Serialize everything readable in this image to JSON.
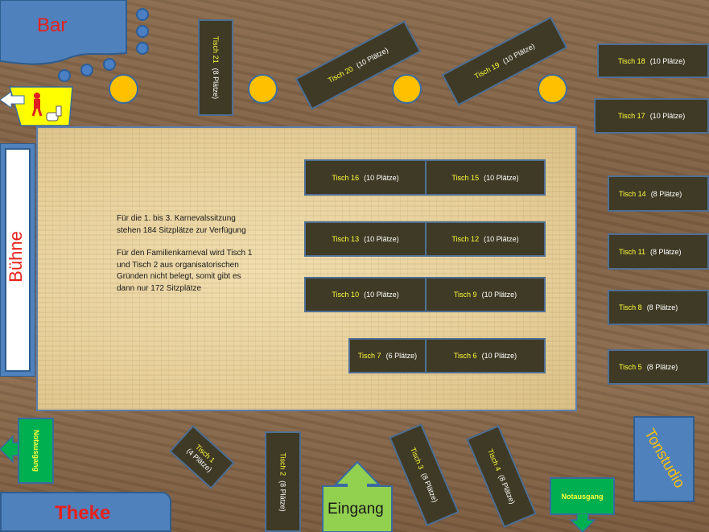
{
  "labels": {
    "bar": "Bar",
    "buehne": "Bühne",
    "theke": "Theke",
    "eingang": "Eingang",
    "tonstudio": "Tonstudio",
    "notausgang_left": "Notausgang",
    "notausgang_right": "Notausgang"
  },
  "info": {
    "p1": "Für die 1. bis 3. Karnevalssitzung stehen  184 Sitzplätze  zur  Verfügung",
    "p2": "Für den Familienkarneval wird Tisch 1 und Tisch 2 aus organisatorischen Gründen nicht belegt, somit gibt es dann nur 172 Sitzplätze"
  },
  "tables": {
    "t1": {
      "name": "Tisch 1",
      "cap": "(4 Plätze)"
    },
    "t2": {
      "name": "Tisch 2",
      "cap": "(8 Plätze)"
    },
    "t3": {
      "name": "Tisch 3",
      "cap": "(8 Plätze)"
    },
    "t4": {
      "name": "Tisch 4",
      "cap": "(8 Plätze)"
    },
    "t5": {
      "name": "Tisch 5",
      "cap": "(8 Plätze)"
    },
    "t6": {
      "name": "Tisch 6",
      "cap": "(10 Plätze)"
    },
    "t7": {
      "name": "Tisch 7",
      "cap": "(6 Plätze)"
    },
    "t8": {
      "name": "Tisch 8",
      "cap": "(8 Plätze)"
    },
    "t9": {
      "name": "Tisch 9",
      "cap": "(10 Plätze)"
    },
    "t10": {
      "name": "Tisch 10",
      "cap": "(10 Plätze)"
    },
    "t11": {
      "name": "Tisch 11",
      "cap": "(8 Plätze)"
    },
    "t12": {
      "name": "Tisch 12",
      "cap": "(10 Plätze)"
    },
    "t13": {
      "name": "Tisch 13",
      "cap": "(10 Plätze)"
    },
    "t14": {
      "name": "Tisch 14",
      "cap": "(8 Plätze)"
    },
    "t15": {
      "name": "Tisch 15",
      "cap": "(10 Plätze)"
    },
    "t16": {
      "name": "Tisch 16",
      "cap": "(10 Plätze)"
    },
    "t17": {
      "name": "Tisch 17",
      "cap": "(10 Plätze)"
    },
    "t18": {
      "name": "Tisch 18",
      "cap": "(10 Plätze)"
    },
    "t19": {
      "name": "Tisch 19",
      "cap": "(10 Plätze)"
    },
    "t20": {
      "name": "Tisch 20",
      "cap": "(10 Plätze)"
    },
    "t21": {
      "name": "Tisch 21",
      "cap": "(8 Plätze)"
    }
  },
  "colors": {
    "accent_blue": "#4f81bd",
    "table_fill": "#3f3a25",
    "name_yellow": "#ffff3a",
    "label_red": "#e8201a",
    "exit_green": "#00b050"
  },
  "icons": [
    "toilet-icon",
    "exit-arrow-icon"
  ]
}
